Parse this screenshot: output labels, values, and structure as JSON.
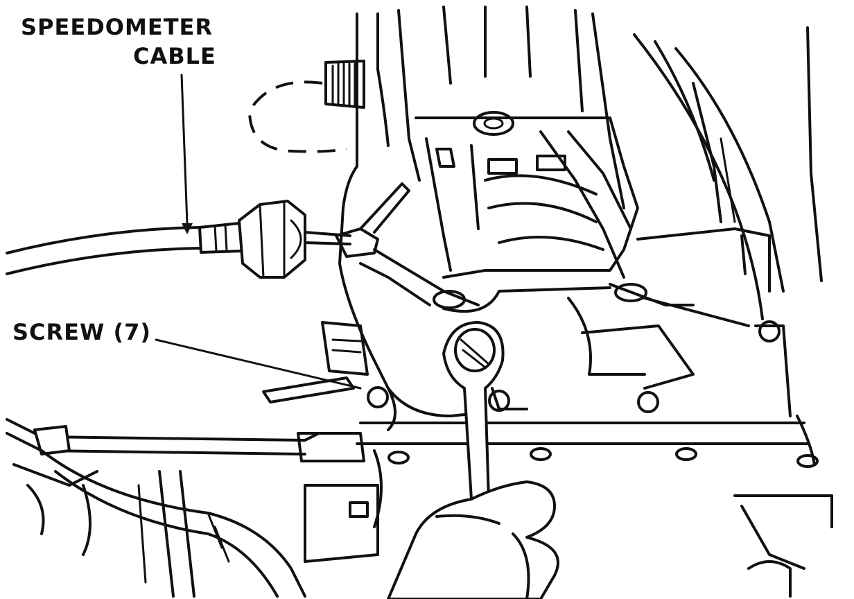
{
  "labels": {
    "speedometer_line1": "SPEEDOMETER",
    "speedometer_line2": "CABLE",
    "screw": "SCREW (7)"
  },
  "colors": {
    "ink": "#111111",
    "paper": "#ffffff"
  }
}
